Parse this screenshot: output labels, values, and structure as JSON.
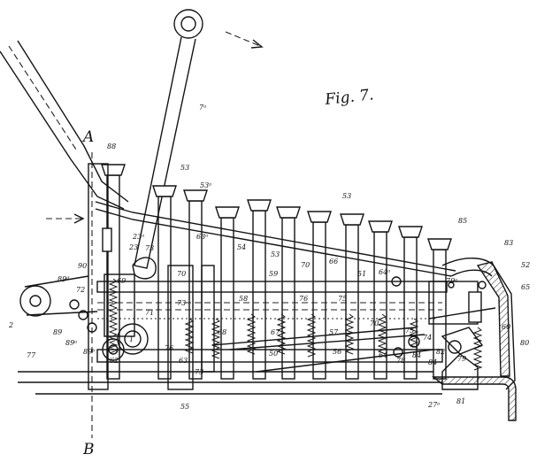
{
  "figure": {
    "title": "Fig. 7."
  },
  "section": {
    "top": "A",
    "bottom": "B"
  },
  "labels": {
    "l88": "88",
    "l53": "53",
    "l53a": "53ᵃ",
    "l53b": "53",
    "l53c": "53",
    "l7a": "7ᵃ",
    "l85": "85",
    "l83": "83",
    "l52": "52",
    "l65": "65",
    "l60": "60",
    "l80": "80",
    "l81": "81",
    "l27a": "27ᵃ",
    "l79": "79",
    "l82": "82",
    "l84": "84",
    "l84b": "84",
    "l78": "78",
    "l90": "90",
    "l89d": "89ᵈ",
    "l72": "72",
    "l69": "69",
    "l89": "89",
    "l89a": "89ᵃ",
    "l89b": "89ᵇ",
    "l2": "2",
    "l1": "1",
    "l62": "62",
    "l77": "77",
    "l55": "55",
    "l63": "63",
    "l73": "73",
    "l73b": "73",
    "l73c": "73",
    "l54": "54",
    "l70": "70",
    "l70b": "70",
    "l70c": "70",
    "l76": "76",
    "l76b": "76",
    "l67": "67",
    "l59": "59",
    "l58": "58",
    "l57": "57",
    "l56": "56",
    "l66": "66",
    "l64a": "64ᵃ",
    "l64": "64",
    "l68": "68",
    "l71": "71",
    "l75": "75",
    "l74": "74",
    "l79a": "79ᵃ",
    "l50": "50",
    "l63a": "63ᵃ",
    "l23": "23",
    "l23a": "23ᵃ",
    "l51": "51",
    "l75b": "75"
  }
}
